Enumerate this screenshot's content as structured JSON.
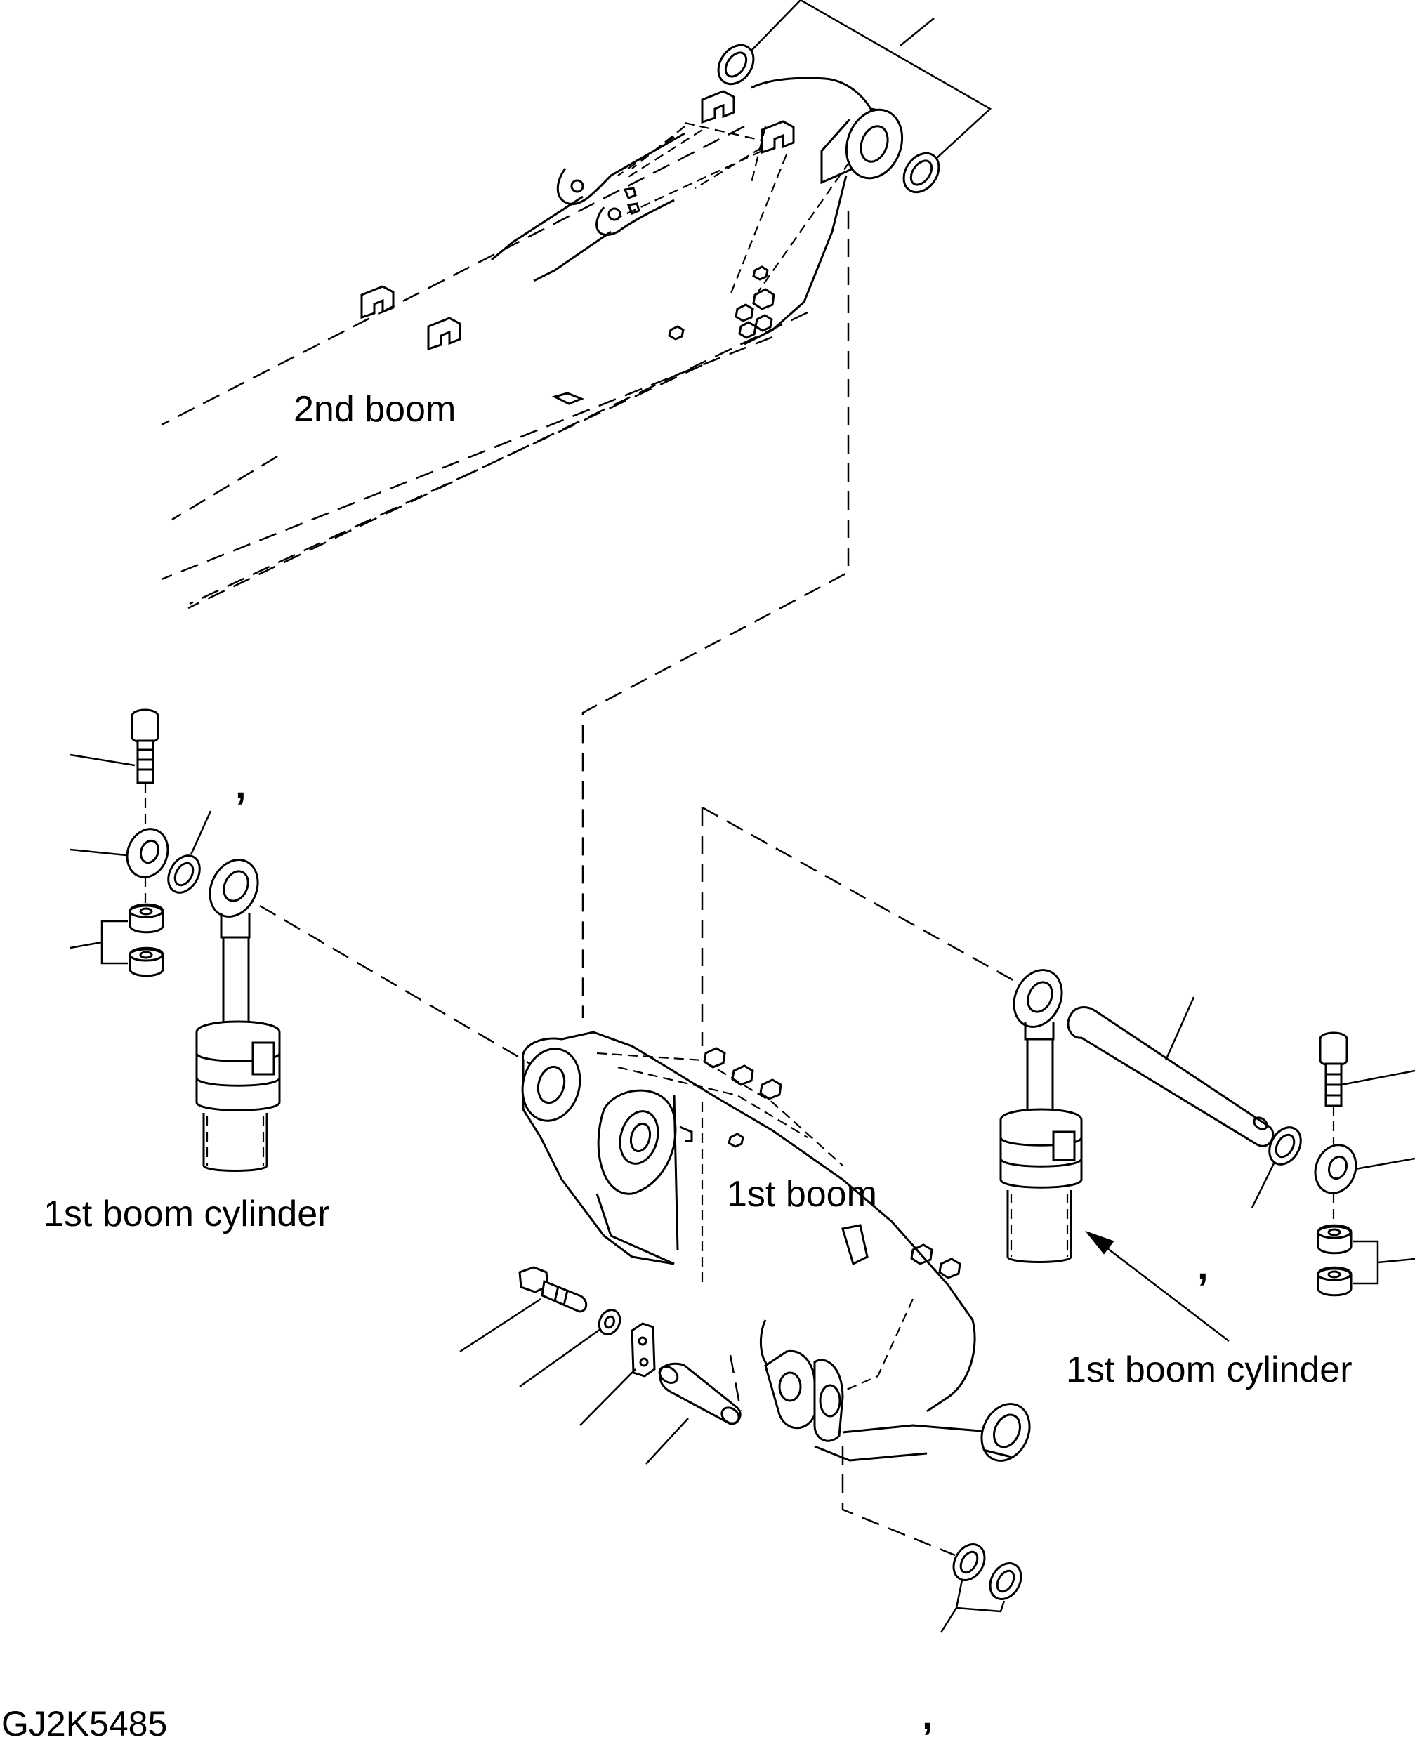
{
  "labels": {
    "second_boom": "2nd boom",
    "first_boom": "1st boom",
    "first_boom_cylinder_left": "1st boom cylinder",
    "first_boom_cylinder_right": "1st boom cylinder",
    "drawing_code": "GJ2K5485",
    "comma_left": ",",
    "comma_right": ",",
    "comma_bottom": ","
  }
}
